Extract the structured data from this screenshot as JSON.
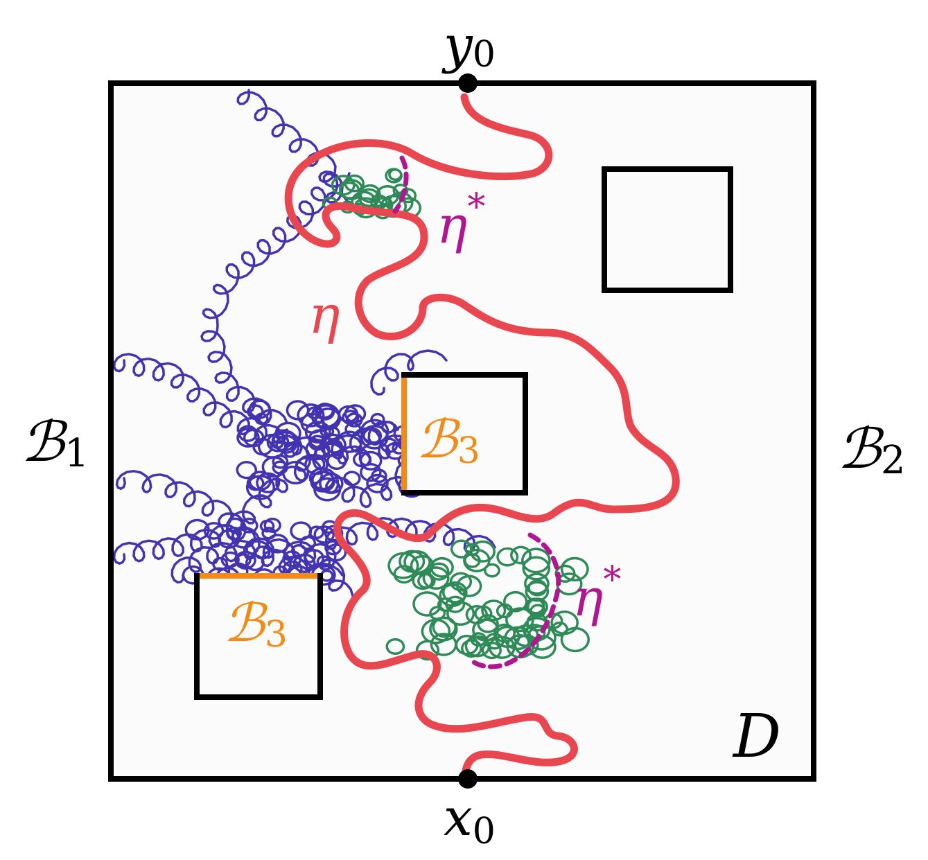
{
  "labels": {
    "y0": {
      "main": "y",
      "sub": "0"
    },
    "x0": {
      "main": "x",
      "sub": "0"
    },
    "b1": {
      "main": "ℬ",
      "sub": "1"
    },
    "b2": {
      "main": "ℬ",
      "sub": "2"
    },
    "b3_upper": {
      "main": "ℬ",
      "sub": "3"
    },
    "b3_lower": {
      "main": "ℬ",
      "sub": "3"
    },
    "eta": "η",
    "eta_star_upper": {
      "main": "η",
      "sup": "*"
    },
    "eta_star_lower": {
      "main": "η",
      "sup": "*"
    },
    "domain": "D"
  },
  "colors": {
    "frame": "#000000",
    "eta_curve": "#e8474f",
    "eta_label": "#e8474f",
    "eta_star": "#b0168f",
    "blue_loops": "#4433b0",
    "green_loops": "#2e8b57",
    "b3_edge": "#f28a16",
    "background": "#fcfbfc"
  }
}
